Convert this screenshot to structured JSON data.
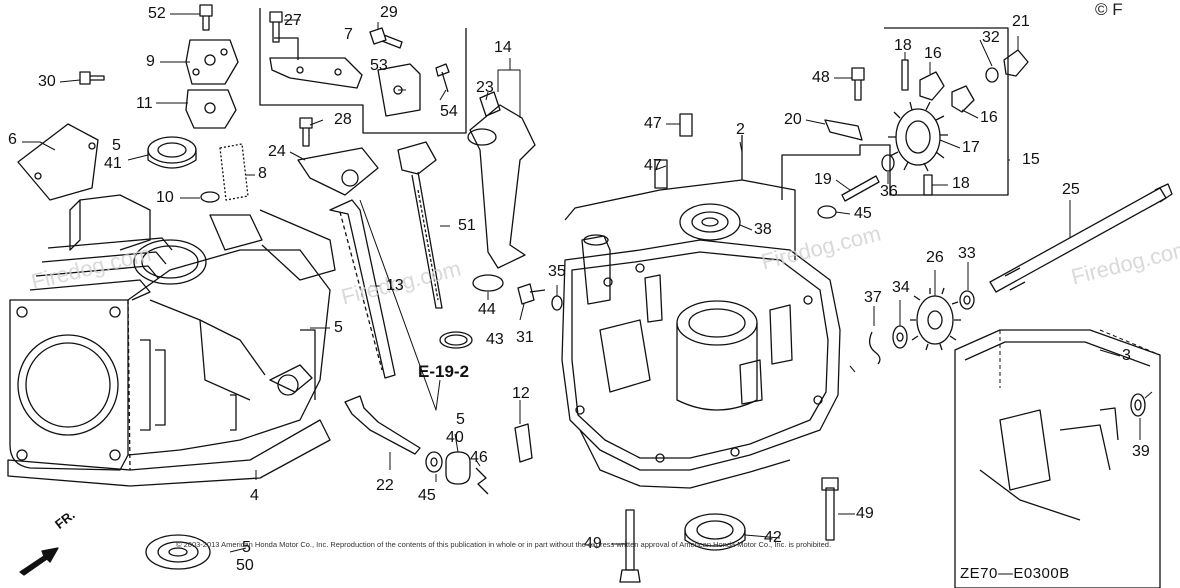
{
  "diagram": {
    "section_ref": "E-19-2",
    "drawing_code": "ZE70—E0300B",
    "copyright": "© 2003-2013 American Honda Motor Co., Inc. Reproduction of the contents of this publication in whole or in part without the express written approval of American Honda Motor Co., Inc. is prohibited.",
    "front_label": "FR.",
    "watermark": "Firedog.com",
    "corner_text": "© F"
  },
  "callouts": [
    {
      "id": "52",
      "text": "52"
    },
    {
      "id": "27",
      "text": "27"
    },
    {
      "id": "29",
      "text": "29"
    },
    {
      "id": "7",
      "text": "7"
    },
    {
      "id": "14",
      "text": "14"
    },
    {
      "id": "9",
      "text": "9"
    },
    {
      "id": "53",
      "text": "53"
    },
    {
      "id": "23",
      "text": "23"
    },
    {
      "id": "30",
      "text": "30"
    },
    {
      "id": "54",
      "text": "54"
    },
    {
      "id": "11",
      "text": "11"
    },
    {
      "id": "28",
      "text": "28"
    },
    {
      "id": "6",
      "text": "6"
    },
    {
      "id": "5-top",
      "text": "5"
    },
    {
      "id": "41",
      "text": "41"
    },
    {
      "id": "24",
      "text": "24"
    },
    {
      "id": "8",
      "text": "8"
    },
    {
      "id": "10",
      "text": "10"
    },
    {
      "id": "51",
      "text": "51"
    },
    {
      "id": "13",
      "text": "13"
    },
    {
      "id": "5-mid",
      "text": "5"
    },
    {
      "id": "44",
      "text": "44"
    },
    {
      "id": "43",
      "text": "43"
    },
    {
      "id": "35",
      "text": "35"
    },
    {
      "id": "31",
      "text": "31"
    },
    {
      "id": "12",
      "text": "12"
    },
    {
      "id": "5-low",
      "text": "5"
    },
    {
      "id": "40",
      "text": "40"
    },
    {
      "id": "46",
      "text": "46"
    },
    {
      "id": "22",
      "text": "22"
    },
    {
      "id": "45-low",
      "text": "45"
    },
    {
      "id": "4",
      "text": "4"
    },
    {
      "id": "5-bottom",
      "text": "5"
    },
    {
      "id": "50",
      "text": "50"
    },
    {
      "id": "49-left",
      "text": "49"
    },
    {
      "id": "42",
      "text": "42"
    },
    {
      "id": "49-right",
      "text": "49"
    },
    {
      "id": "47-top",
      "text": "47"
    },
    {
      "id": "47-bot",
      "text": "47"
    },
    {
      "id": "2",
      "text": "2"
    },
    {
      "id": "38",
      "text": "38"
    },
    {
      "id": "48",
      "text": "48"
    },
    {
      "id": "20",
      "text": "20"
    },
    {
      "id": "18-top",
      "text": "18"
    },
    {
      "id": "16-top",
      "text": "16"
    },
    {
      "id": "16-right",
      "text": "16"
    },
    {
      "id": "32",
      "text": "32"
    },
    {
      "id": "21",
      "text": "21"
    },
    {
      "id": "17",
      "text": "17"
    },
    {
      "id": "15",
      "text": "15"
    },
    {
      "id": "19",
      "text": "19"
    },
    {
      "id": "36",
      "text": "36"
    },
    {
      "id": "18-bot",
      "text": "18"
    },
    {
      "id": "45-mid",
      "text": "45"
    },
    {
      "id": "25",
      "text": "25"
    },
    {
      "id": "26",
      "text": "26"
    },
    {
      "id": "33",
      "text": "33"
    },
    {
      "id": "37",
      "text": "37"
    },
    {
      "id": "34",
      "text": "34"
    },
    {
      "id": "3",
      "text": "3"
    },
    {
      "id": "39",
      "text": "39"
    }
  ]
}
